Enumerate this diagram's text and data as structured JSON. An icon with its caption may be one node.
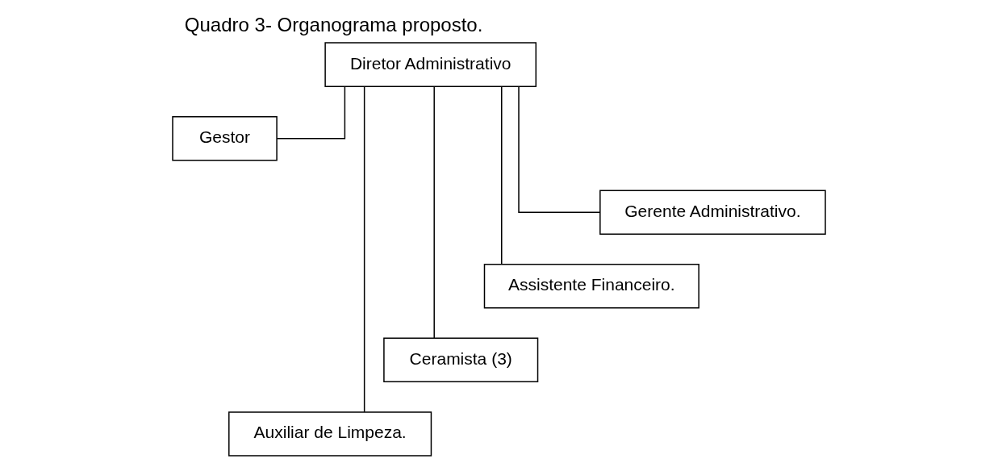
{
  "diagram": {
    "title": "Quadro 3- Organograma proposto.",
    "nodes": [
      {
        "text": [
          "Diretor Administrativo"
        ]
      },
      {
        "text": [
          "Gestor"
        ]
      },
      {
        "text": [
          "Auxiliar de Limpeza."
        ]
      },
      {
        "text": [
          "Ceramista (3)"
        ]
      },
      {
        "text": [
          "Assistente Financeiro."
        ]
      },
      {
        "text": [
          "Gerente Administrativo."
        ]
      }
    ],
    "edges": [
      {
        "from": 0,
        "to": 1,
        "arrow": "none"
      },
      {
        "from": 0,
        "to": 2,
        "arrow": "none"
      },
      {
        "from": 0,
        "to": 3,
        "arrow": "none"
      },
      {
        "from": 0,
        "to": 4,
        "arrow": "none"
      },
      {
        "from": 0,
        "to": 5,
        "arrow": "none"
      }
    ]
  }
}
